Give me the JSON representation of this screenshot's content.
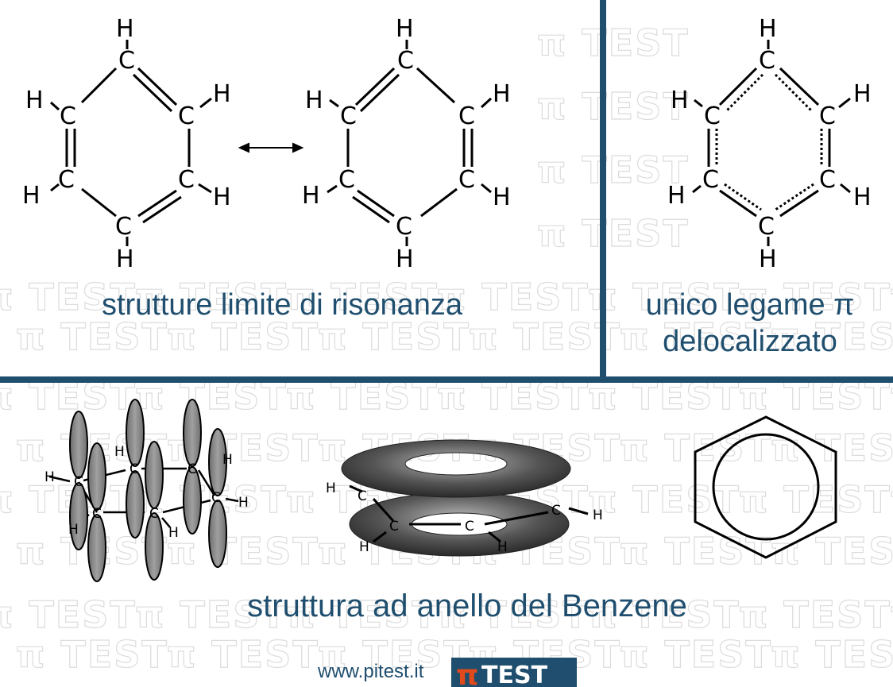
{
  "watermark": {
    "text": "TEST",
    "glyph": "π"
  },
  "resonance": {
    "caption": "strutture limite di risonanza",
    "arrow": "resonance-double-arrow"
  },
  "delocalized": {
    "caption_line1": "unico legame π",
    "caption_line2": "delocalizzato"
  },
  "ring_structure": {
    "caption": "struttura ad anello del Benzene"
  },
  "atoms": {
    "carbon": "C",
    "hydrogen": "H"
  },
  "footer": {
    "url": "www.pitest.it",
    "logo_symbol": "π",
    "logo_text": "TEST"
  },
  "colors": {
    "divider": "#1f4e6e",
    "caption": "#1f4e6e",
    "logo_background": "#1f4e6e",
    "logo_symbol": "#e04a1c",
    "orbital_fill": "#8a8a8a",
    "torus": "#5a5a5a"
  }
}
